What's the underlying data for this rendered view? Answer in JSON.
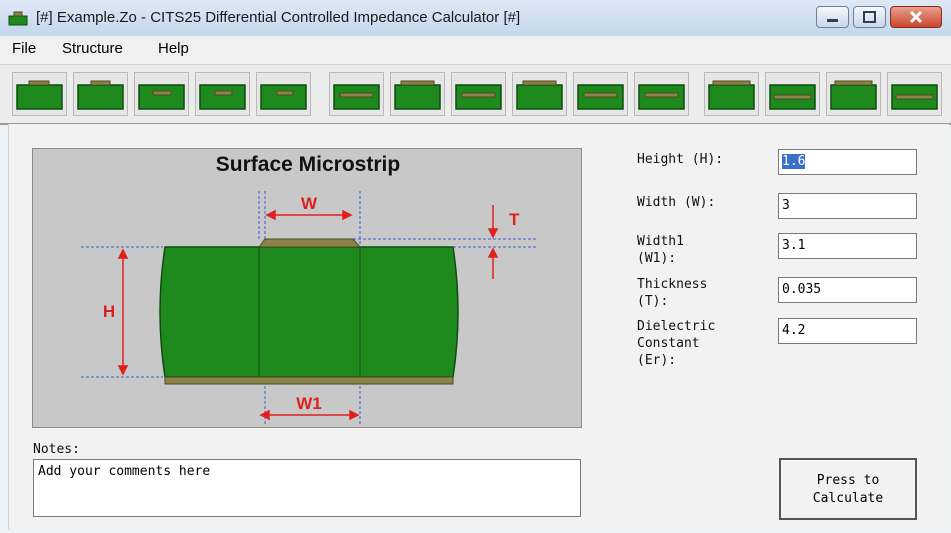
{
  "window": {
    "title": "[#] Example.Zo - CITS25 Differential Controlled Impedance Calculator [#]",
    "controls": [
      "minimize-icon",
      "maximize-icon",
      "close-icon"
    ]
  },
  "menu": [
    {
      "label": "File"
    },
    {
      "label": "Structure"
    },
    {
      "label": "Help"
    }
  ],
  "toolbar": {
    "groups": [
      5,
      6,
      4
    ],
    "icon": "pcb-structure-icon"
  },
  "diagram": {
    "title": "Surface Microstrip",
    "labels": {
      "w": "W",
      "t": "T",
      "h": "H",
      "w1": "W1"
    },
    "colors": {
      "dielectric": "#1e8a1e",
      "copper": "#8b8448",
      "dimension": "#e02020",
      "guide": "#3b5bd6"
    }
  },
  "fields": [
    {
      "label": "Height (H):",
      "value": "1.6",
      "selected": true
    },
    {
      "label": "Width (W):",
      "value": "3"
    },
    {
      "label": "Width1\n(W1):",
      "value": "3.1"
    },
    {
      "label": "Thickness\n(T):",
      "value": "0.035"
    },
    {
      "label": "Dielectric\nConstant\n(Er):",
      "value": "4.2"
    }
  ],
  "notes": {
    "label": "Notes:",
    "value": "Add your comments here"
  },
  "calculate": {
    "label": "Press to\nCalculate"
  }
}
